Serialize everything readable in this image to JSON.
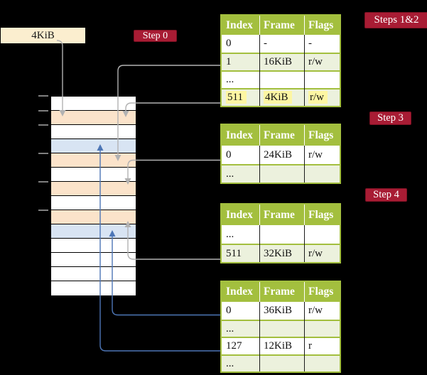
{
  "colors": {
    "background": "#000000",
    "table_header_green": "#a3bf3e",
    "table_row_light_green": "#ecf1dd",
    "highlight_yellow": "#fdf6a3",
    "badge_red": "#a81c34",
    "memory_frame_orange": "#fbe3ca",
    "memory_frame_blue": "#d8e4f3",
    "frame_label_cream": "#fbeecf",
    "connector_gray": "#b2b2b2",
    "connector_blue": "#4d76b6"
  },
  "frame_size_label": "4KiB",
  "badges": {
    "step0": "Step 0",
    "steps12": "Steps 1&2",
    "step3": "Step 3",
    "step4": "Step 4"
  },
  "memory": {
    "rows": [
      "white",
      "orange",
      "white",
      "blue",
      "orange",
      "white",
      "orange",
      "white",
      "orange",
      "blue",
      "white",
      "white",
      "white",
      "white"
    ]
  },
  "tables": [
    {
      "id": "page-table-steps-1-2",
      "headers": [
        "Index",
        "Frame",
        "Flags"
      ],
      "rows": [
        {
          "cells": [
            "0",
            "-",
            "-"
          ],
          "shaded": false,
          "highlight": false
        },
        {
          "cells": [
            "1",
            "16KiB",
            "r/w"
          ],
          "shaded": true,
          "highlight": false
        },
        {
          "cells": [
            "...",
            "",
            ""
          ],
          "shaded": false,
          "highlight": false
        },
        {
          "cells": [
            "511",
            "4KiB",
            "r/w"
          ],
          "shaded": true,
          "highlight": true
        }
      ]
    },
    {
      "id": "page-table-step-3",
      "headers": [
        "Index",
        "Frame",
        "Flags"
      ],
      "rows": [
        {
          "cells": [
            "0",
            "24KiB",
            "r/w"
          ],
          "shaded": false,
          "highlight": false
        },
        {
          "cells": [
            "...",
            "",
            ""
          ],
          "shaded": true,
          "highlight": false
        }
      ]
    },
    {
      "id": "page-table-step-4",
      "headers": [
        "Index",
        "Frame",
        "Flags"
      ],
      "rows": [
        {
          "cells": [
            "...",
            "",
            ""
          ],
          "shaded": false,
          "highlight": false
        },
        {
          "cells": [
            "511",
            "32KiB",
            "r/w"
          ],
          "shaded": true,
          "highlight": false
        }
      ]
    },
    {
      "id": "page-table-final",
      "headers": [
        "Index",
        "Frame",
        "Flags"
      ],
      "rows": [
        {
          "cells": [
            "0",
            "36KiB",
            "r/w"
          ],
          "shaded": false,
          "highlight": false
        },
        {
          "cells": [
            "...",
            "",
            ""
          ],
          "shaded": true,
          "highlight": false
        },
        {
          "cells": [
            "127",
            "12KiB",
            "r"
          ],
          "shaded": false,
          "highlight": false
        },
        {
          "cells": [
            "...",
            "",
            ""
          ],
          "shaded": true,
          "highlight": false
        }
      ]
    }
  ],
  "connectors": [
    {
      "id": "frame-label-to-4kib-frame",
      "from": "frame-size-label",
      "to": "memory-frame-4KiB",
      "color": "gray"
    },
    {
      "id": "t1-row1-to-16kib-frame",
      "from": "page-table-steps-1-2.row-1",
      "to": "memory-frame-16KiB",
      "color": "gray"
    },
    {
      "id": "t1-row511-to-4kib-frame",
      "from": "page-table-steps-1-2.row-511",
      "to": "memory-frame-4KiB",
      "color": "gray"
    },
    {
      "id": "t2-row0-to-24kib-frame",
      "from": "page-table-step-3.row-0",
      "to": "memory-frame-24KiB",
      "color": "gray"
    },
    {
      "id": "t3-row511-to-32kib-frame",
      "from": "page-table-step-4.row-511",
      "to": "memory-frame-32KiB",
      "color": "gray"
    },
    {
      "id": "t4-row0-to-36kib-frame",
      "from": "page-table-final.row-0",
      "to": "memory-frame-36KiB",
      "color": "blue"
    },
    {
      "id": "t4-row127-to-12kib-frame",
      "from": "page-table-final.row-127",
      "to": "memory-frame-12KiB",
      "color": "blue"
    }
  ]
}
